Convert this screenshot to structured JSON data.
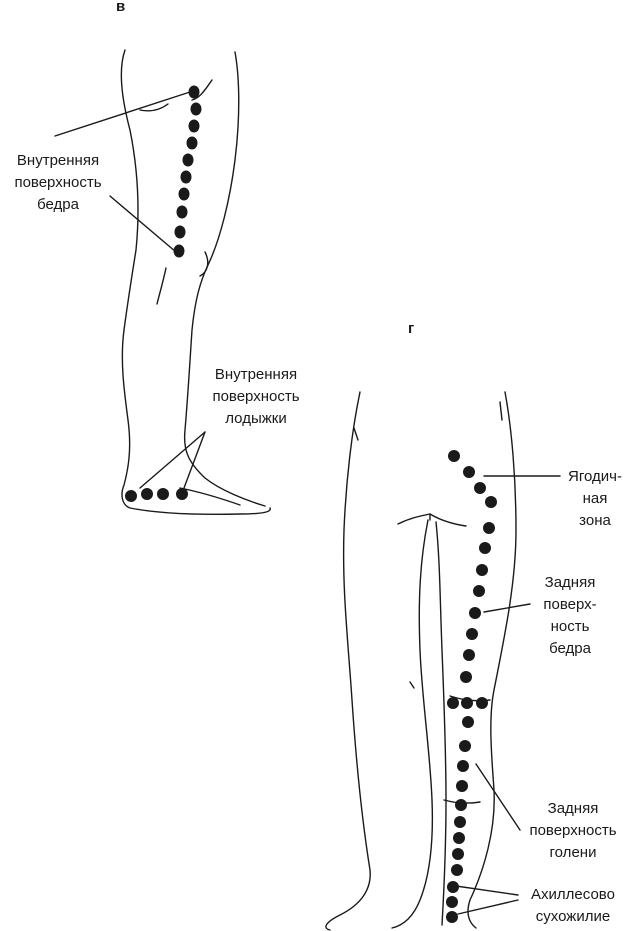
{
  "panels": {
    "v": {
      "letter": "в",
      "labels": {
        "thigh": [
          "Внутренняя",
          "поверхность",
          "бедра"
        ],
        "ankle": [
          "Внутренняя",
          "поверхность",
          "лодыжки"
        ]
      }
    },
    "g": {
      "letter": "г",
      "labels": {
        "gluteal": [
          "Ягодич-",
          "ная",
          "зона"
        ],
        "back_thigh": [
          "Задняя",
          "поверх-",
          "ность",
          "бедра"
        ],
        "back_shin": [
          "Задняя",
          "поверхность",
          "голени"
        ],
        "achilles": [
          "Ахиллесово",
          "сухожилие"
        ]
      }
    }
  },
  "colors": {
    "ink": "#1a1a1a",
    "background": "#ffffff"
  }
}
